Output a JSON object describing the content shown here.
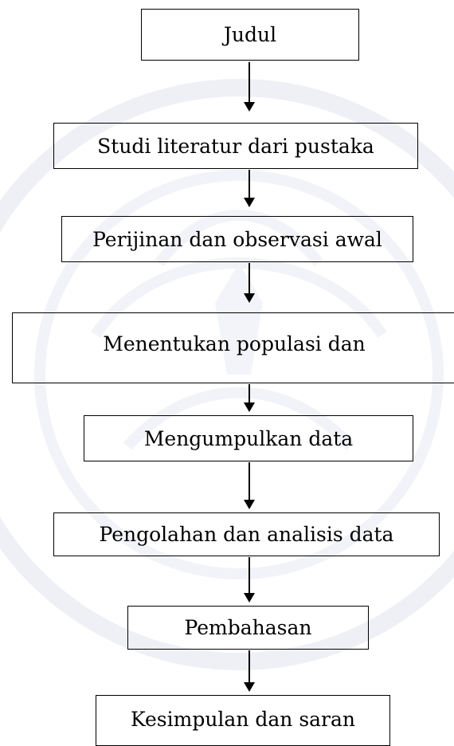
{
  "diagram": {
    "steps": [
      {
        "label": "Judul"
      },
      {
        "label": "Studi literatur dari pustaka"
      },
      {
        "label": "Perijinan dan observasi awal"
      },
      {
        "label": "Menentukan populasi dan"
      },
      {
        "label": "Mengumpulkan data"
      },
      {
        "label": "Pengolahan dan analisis data"
      },
      {
        "label": "Pembahasan"
      },
      {
        "label": "Kesimpulan dan saran"
      }
    ]
  },
  "colors": {
    "stroke": "#000000",
    "text": "#000000",
    "background": "#ffffff",
    "watermark": "#eef0f6"
  }
}
